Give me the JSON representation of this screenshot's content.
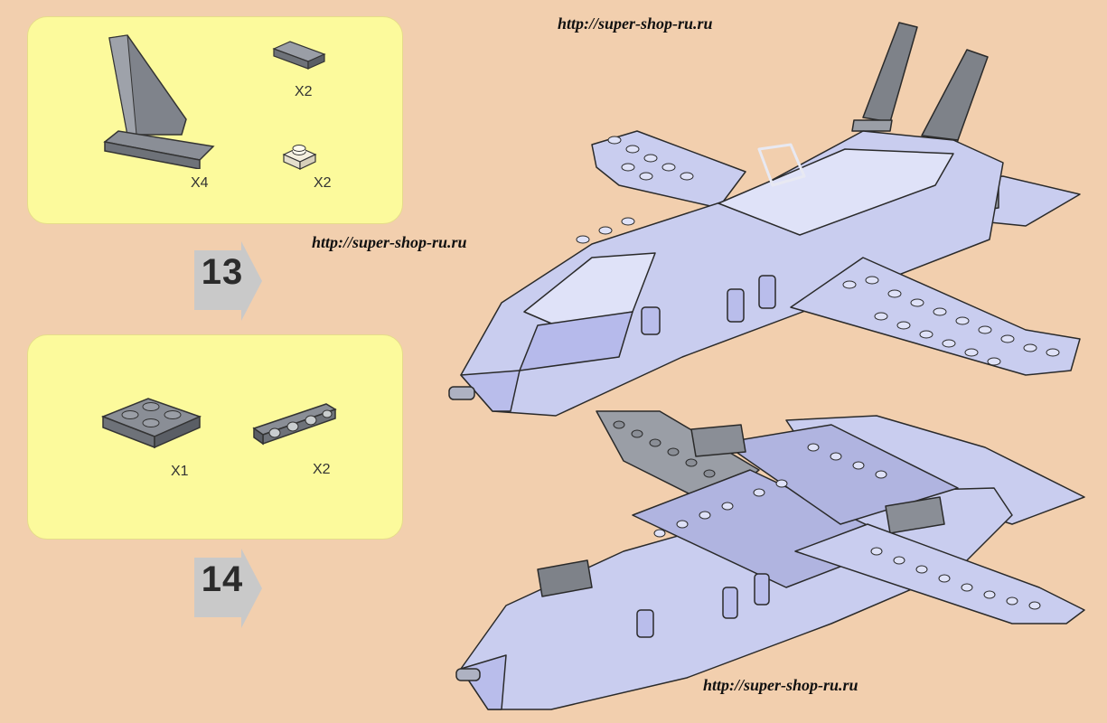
{
  "watermarks": {
    "top": "http://super-shop-ru.ru",
    "middle": "http://super-shop-ru.ru",
    "bottom": "http://super-shop-ru.ru"
  },
  "panel_top": {
    "parts": [
      {
        "icon": "tail-fin-brick-icon",
        "quantity": "X4"
      },
      {
        "icon": "tile-1x2-icon",
        "quantity": "X2"
      },
      {
        "icon": "plate-1x1-round-icon",
        "quantity": "X2"
      }
    ]
  },
  "panel_bottom": {
    "parts": [
      {
        "icon": "plate-2x2-icon",
        "quantity": "X1"
      },
      {
        "icon": "bracket-plate-icon",
        "quantity": "X2"
      }
    ]
  },
  "steps": {
    "first": "13",
    "second": "14"
  },
  "colors": {
    "background": "#f2cfae",
    "panel": "#fcfa9c",
    "brick_light": "#c9cdef",
    "brick_dark": "#85888f"
  }
}
